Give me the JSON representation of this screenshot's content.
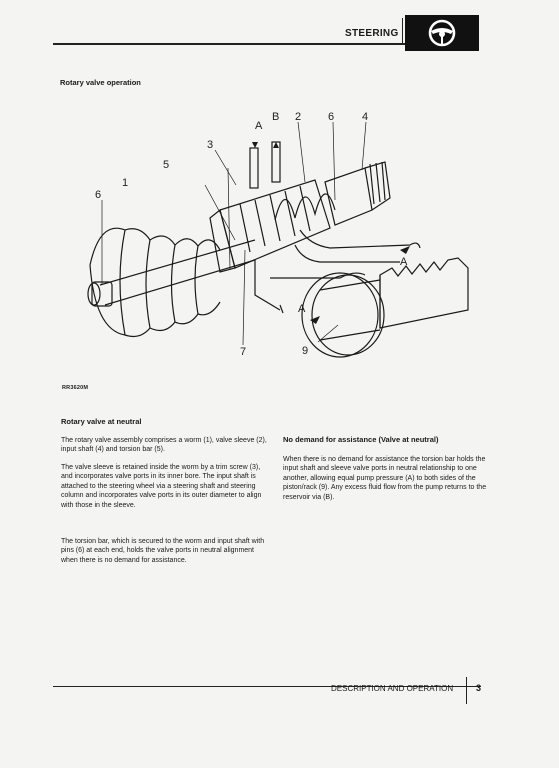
{
  "header": {
    "title": "STEERING",
    "logo_icon": "steering-wheel-icon"
  },
  "section_title": "Rotary valve operation",
  "diagram": {
    "callouts": {
      "c1": "1",
      "c2": "2",
      "c3": "3",
      "c4": "4",
      "c5": "5",
      "c6a": "6",
      "c6b": "6",
      "c7": "7",
      "c9": "9",
      "cA1": "A",
      "cA2": "A",
      "cA3": "A",
      "cB": "B"
    },
    "figure_code": "RR3620M"
  },
  "left_column": {
    "heading": "Rotary valve at neutral",
    "paragraphs": [
      "The rotary valve assembly comprises a worm (1), valve sleeve (2), input shaft (4) and torsion bar (5).",
      "The valve sleeve is retained inside the worm by a trim screw (3), and incorporates valve ports in its inner bore. The input shaft is attached to the steering wheel via a steering shaft and steering column and incorporates valve ports in its outer diameter to align with those in the sleeve.",
      "The torsion bar, which is secured to the worm and input shaft with pins (6) at each end, holds the valve ports in neutral alignment when there is no demand for assistance."
    ]
  },
  "right_column": {
    "heading": "No demand for assistance (Valve at neutral)",
    "paragraph": "When there is no demand for assistance the torsion bar holds the input shaft and sleeve valve ports in neutral relationship to one another, allowing equal pump pressure (A) to both sides of the piston/rack (9). Any excess fluid flow from the pump returns to the reservoir via (B)."
  },
  "footer": {
    "title": "DESCRIPTION AND OPERATION",
    "page_number": "3"
  }
}
